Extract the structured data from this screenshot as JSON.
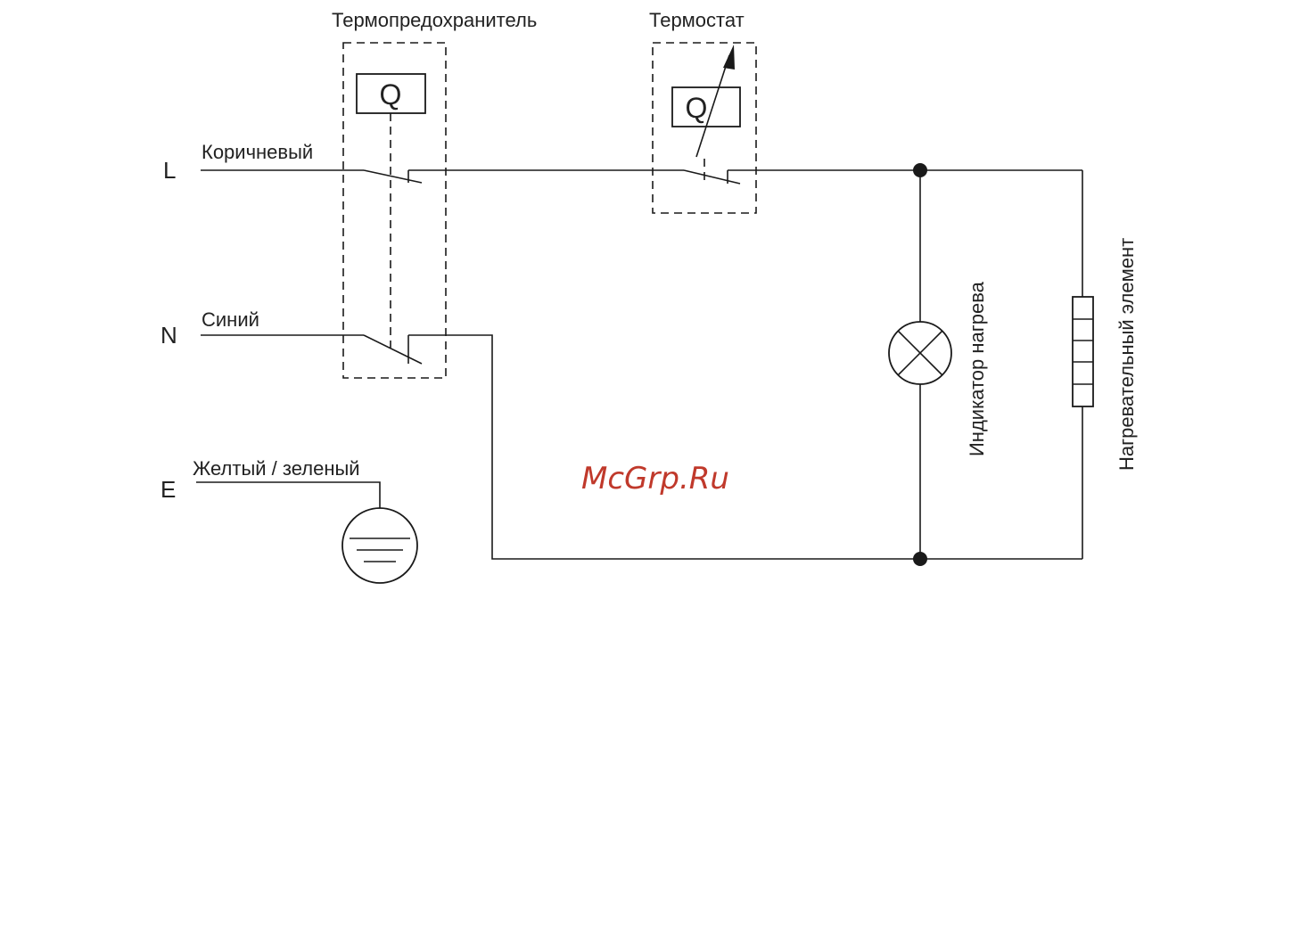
{
  "labels": {
    "thermal_fuse": "Термопредохранитель",
    "thermostat": "Термостат",
    "wire_brown": "Коричневый",
    "wire_blue": "Синий",
    "wire_yellow_green": "Желтый / зеленый",
    "terminal_l": "L",
    "terminal_n": "N",
    "terminal_e": "E",
    "fuse_symbol": "Q",
    "thermostat_symbol": "Q",
    "heating_indicator": "Индикатор нагрева",
    "heating_element": "Нагревательный элемент"
  },
  "watermark": {
    "text": "McGrp.Ru",
    "color": "#c0392b"
  }
}
